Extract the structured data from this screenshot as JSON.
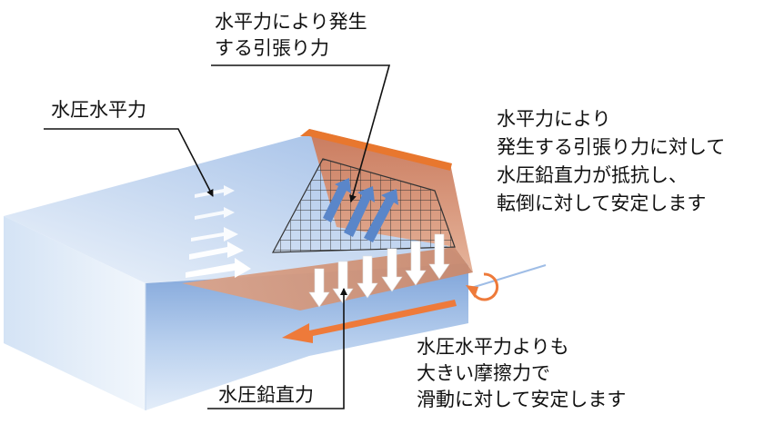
{
  "labels": {
    "tension": [
      "水平力により発生",
      "する引張り力"
    ],
    "hydrostatic_horizontal": "水圧水平力",
    "overturning_note": [
      "水平力により",
      "発生する引張り力に対して",
      "水圧鉛直力が抵抗し、",
      "転倒に対して安定します"
    ],
    "sliding_note": [
      "水圧水平力よりも",
      "大きい摩擦力で",
      "滑動に対して安定します"
    ],
    "hydrostatic_vertical": "水圧鉛直力"
  },
  "colors": {
    "water_light": "#dbe8f7",
    "water_mid": "#9fbde6",
    "water_dark": "#6f98d4",
    "structure": "#d9927a",
    "structure_edge": "#e8772e",
    "friction_arrow": "#ee7a3a",
    "mesh": "#333333",
    "force_arrow": "#ffffff",
    "leader_line": "#111111",
    "text": "#111111"
  },
  "icons": {
    "vertical_pressure": "down-arrow-icon",
    "tension_force": "diagonal-arrow-icon",
    "horizontal_pressure": "right-arrow-icon",
    "overturning_moment": "curved-arrow-icon",
    "friction_force": "left-arrow-icon"
  }
}
